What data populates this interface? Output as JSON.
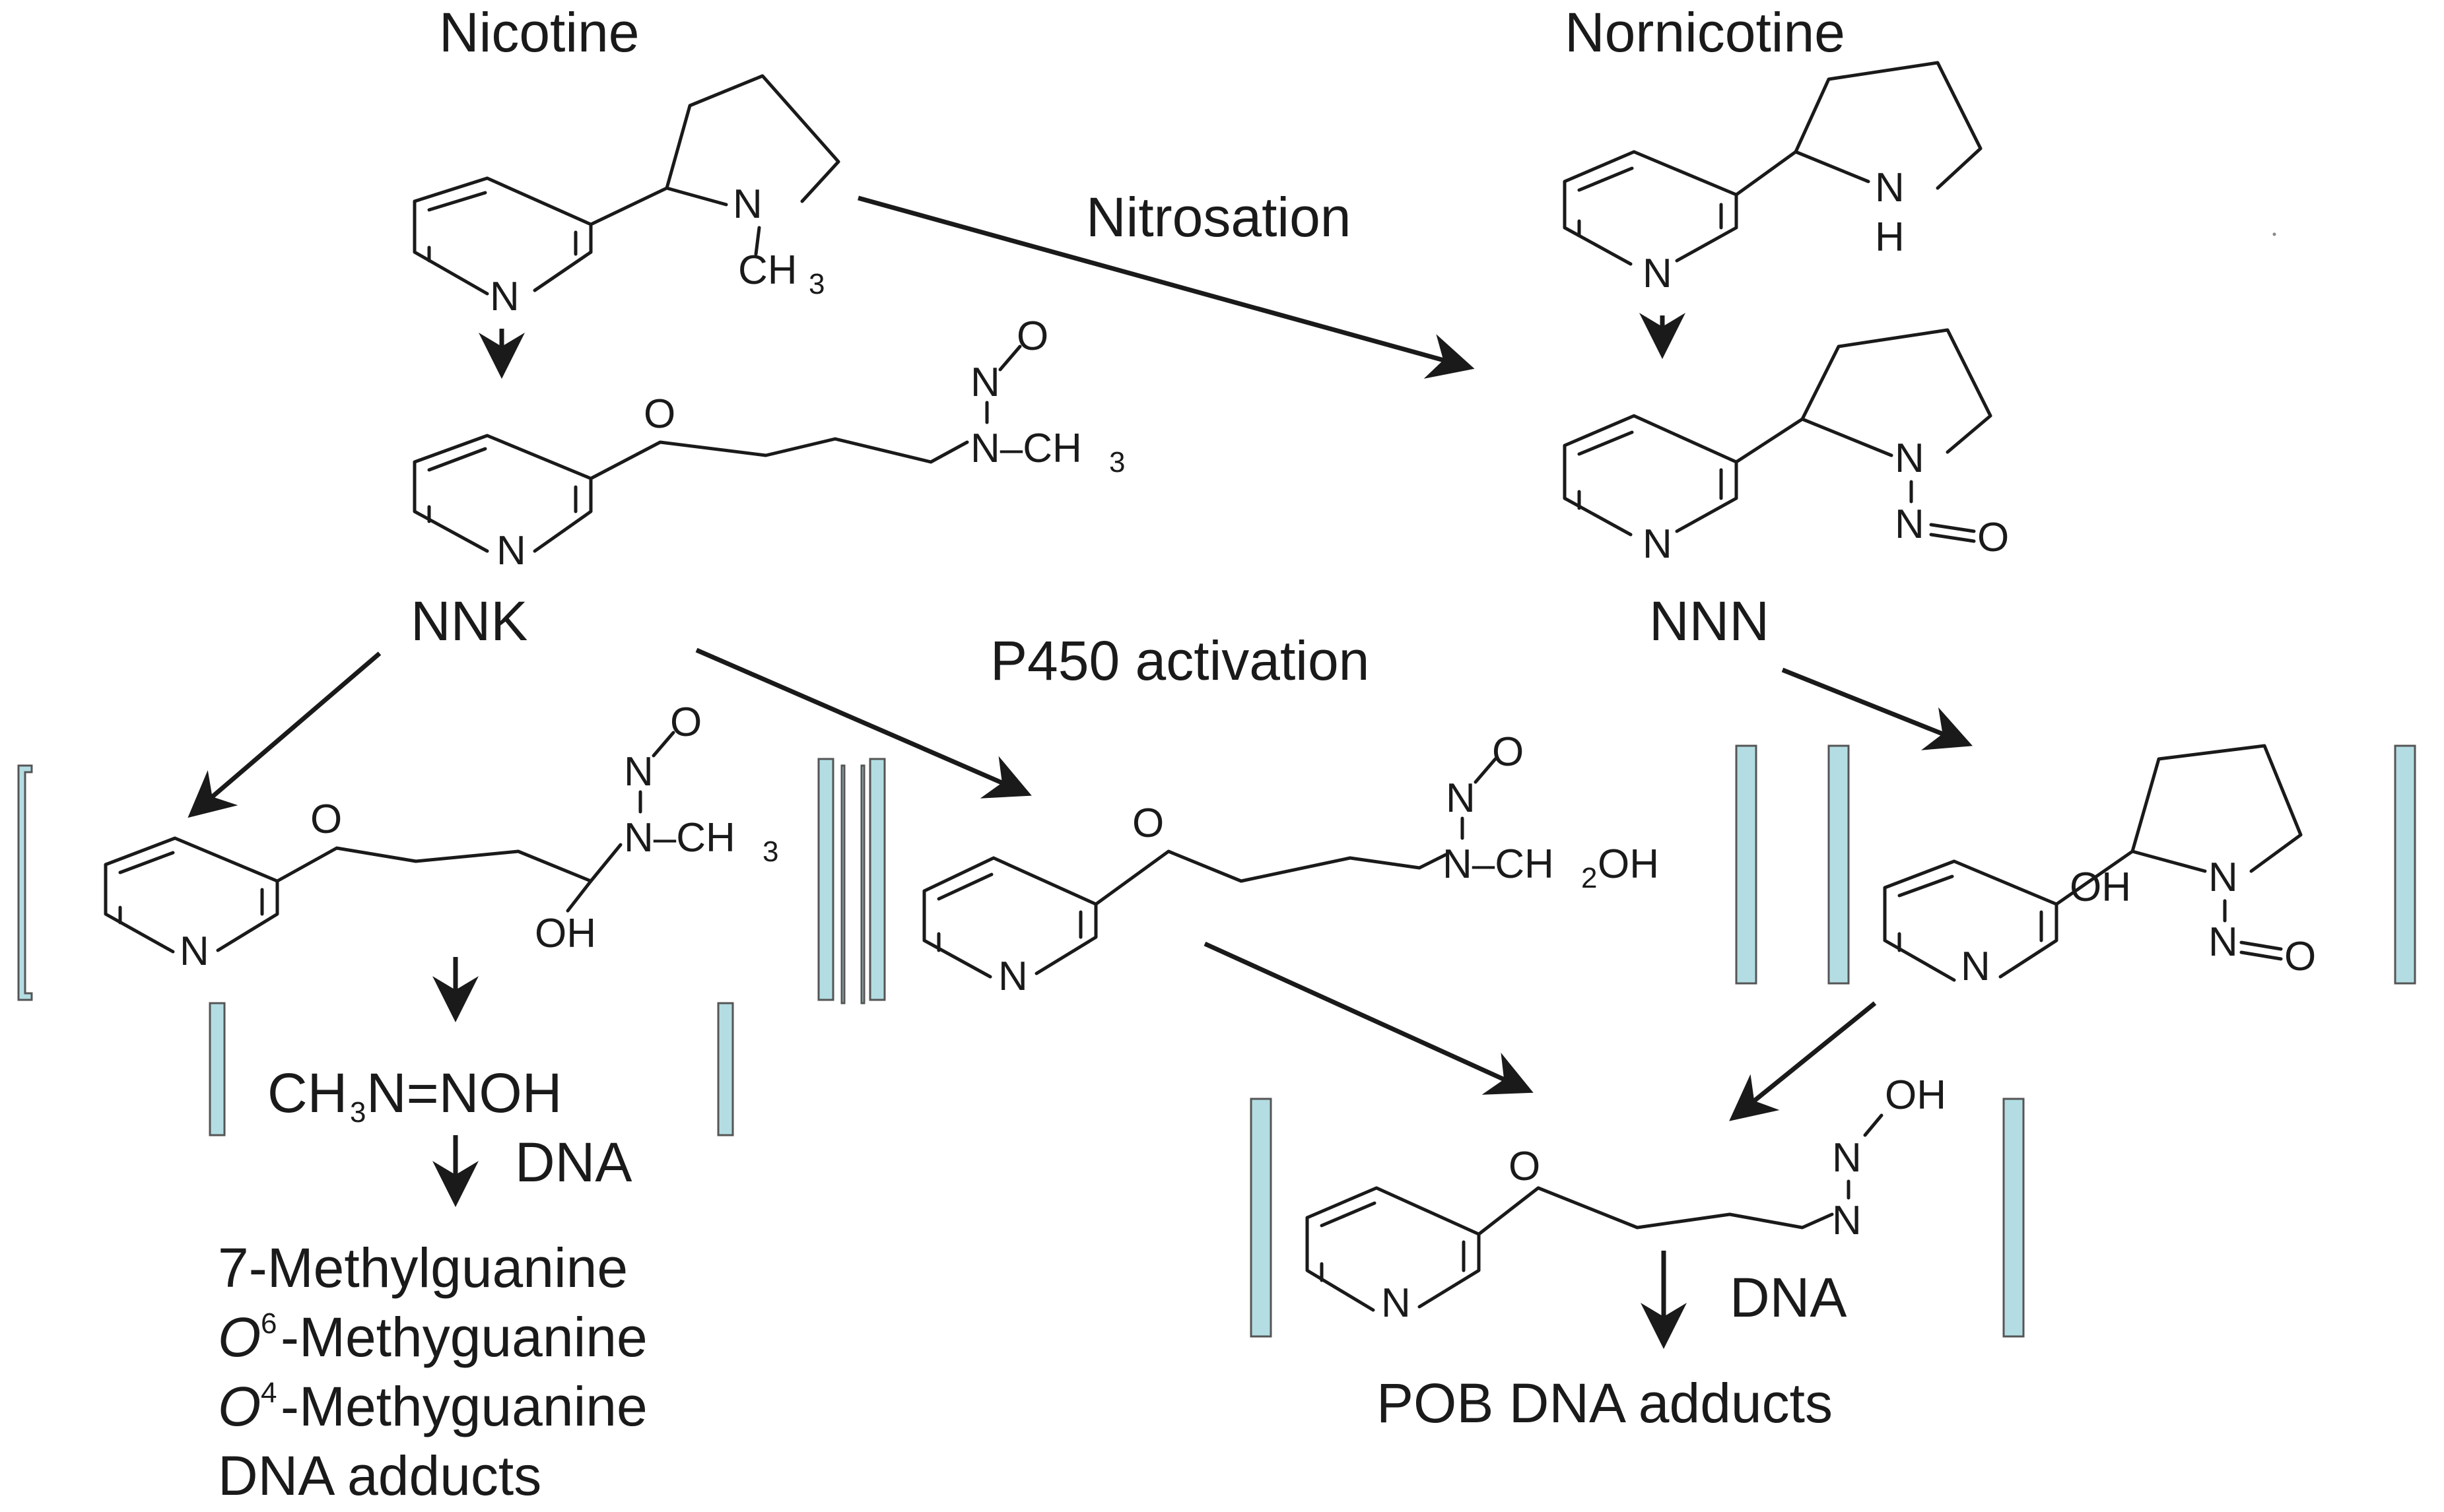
{
  "title_left": "Nicotine",
  "title_right": "Nornicotine",
  "nitrosation_label": "Nitrosation",
  "p450_label": "P450 activation",
  "nnk_label": "NNK",
  "nnn_label": "NNN",
  "atoms": {
    "N": "N",
    "O": "O",
    "H": "H",
    "CH": "CH",
    "three": "3",
    "two": "2",
    "OH": "OH",
    "N_CH": "N–CH",
    "N_CH2OH_a": "N–CH",
    "N_CH2OH_b": "OH"
  },
  "diazo": {
    "a": "CH",
    "sub": "3",
    "b": "N=NOH"
  },
  "dna_label": "DNA",
  "methyl_adducts": {
    "line1": "7-Methylguanine",
    "line2_o": "O",
    "line2_sup": "6",
    "line2_rest": "-Methyguanine",
    "line3_o": "O",
    "line3_sup": "4",
    "line3_rest": "-Methyguanine",
    "line4": "DNA adducts"
  },
  "pob_label": "POB DNA adducts",
  "colors": {
    "bracket_fill": "#b3dde3",
    "ink": "#1a1a1a"
  }
}
